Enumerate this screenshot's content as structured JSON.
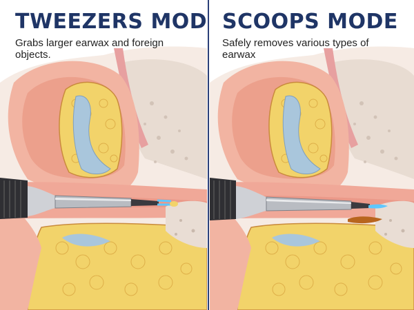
{
  "panels": [
    {
      "title": "TWEEZERS MODE",
      "description": "Grabs larger earwax and foreign objects.",
      "tool_tip_icon": "tweezers-icon"
    },
    {
      "title": "SCOOPS MODE",
      "description": "Safely removes various types of earwax",
      "tool_tip_icon": "scoop-icon"
    }
  ],
  "colors": {
    "title": "#1f3566",
    "divider": "#2a3f78",
    "skin": "#f2b4a2",
    "cartilage": "#f2d36a",
    "bone": "#e9ddd4",
    "earwax": "#b8651e",
    "tool_tip": "#5fc7ff"
  }
}
